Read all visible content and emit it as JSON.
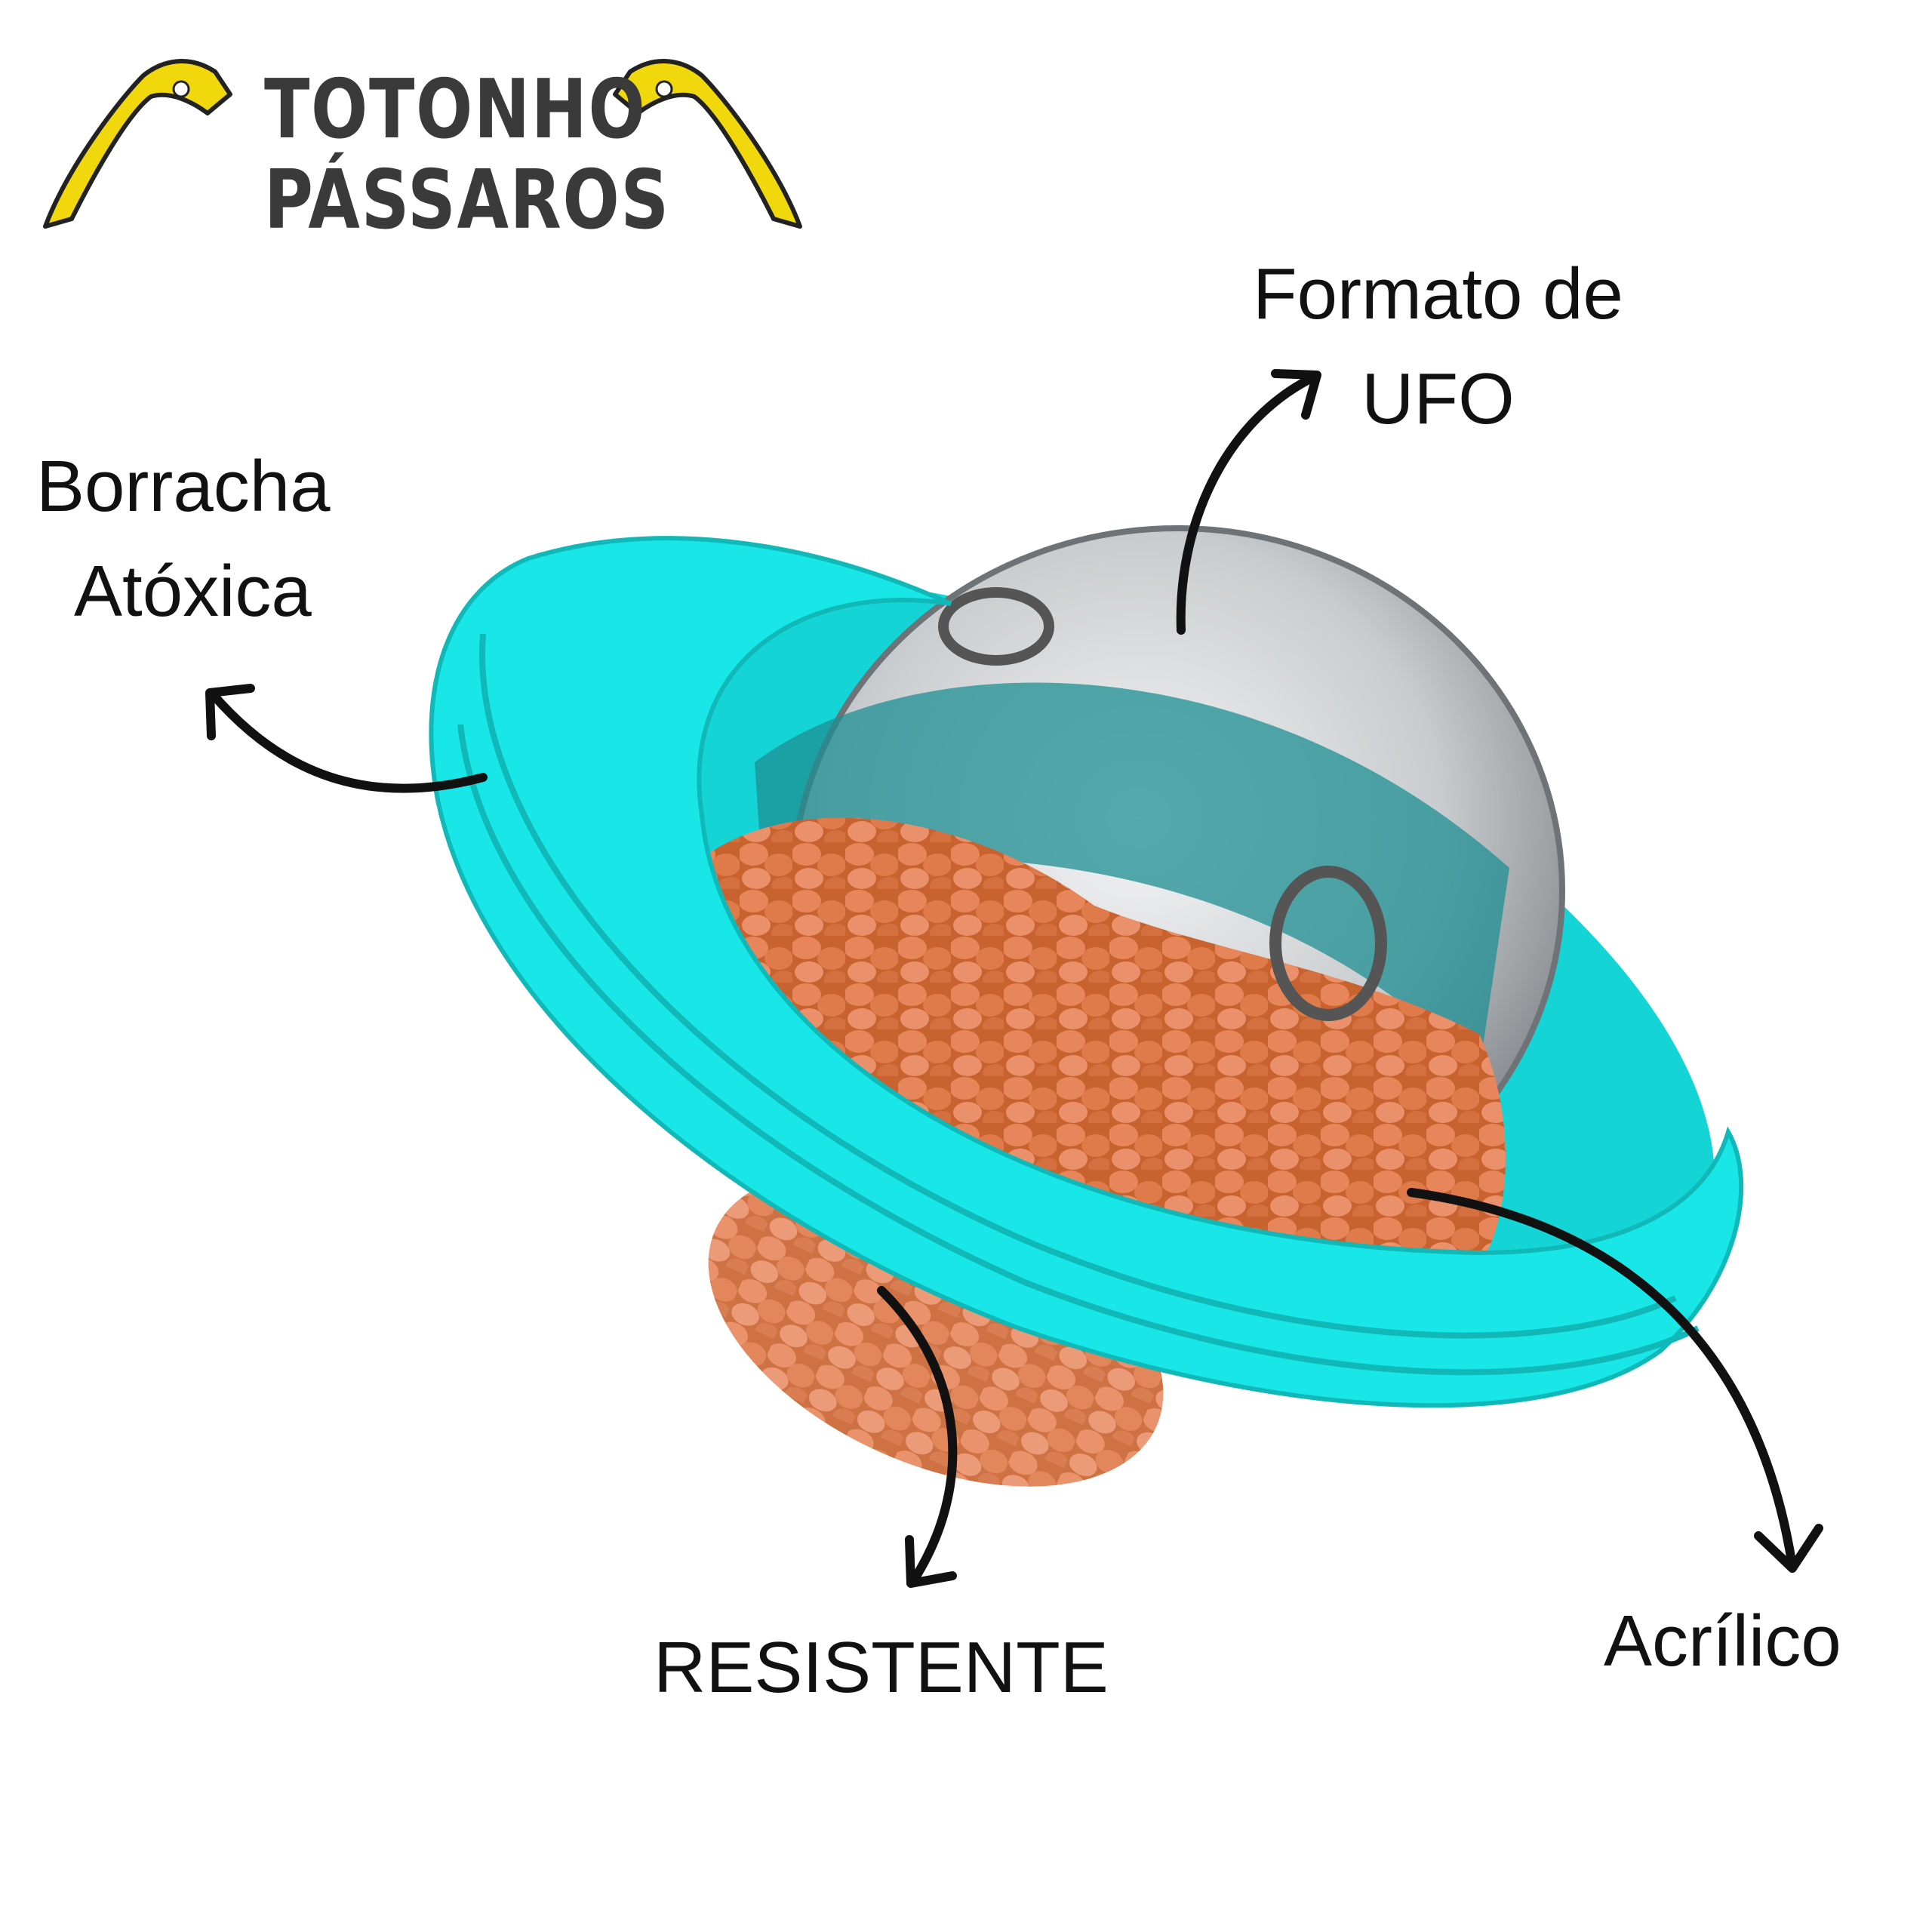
{
  "logo": {
    "line1": "TOTONHO",
    "line2": "PÁSSAROS",
    "icon": "bird-silhouettes"
  },
  "labels": {
    "top": [
      "Formato de",
      "UFO"
    ],
    "left": [
      "Borracha",
      "Atóxica"
    ],
    "bottom": "RESISTENTE",
    "right": "Acrílico"
  },
  "colors": {
    "ring": "#19e6e6",
    "ring_shadow": "#10b8b8",
    "kibble": "#e07a4a",
    "dome": "#8a8f93",
    "logo_text": "#3a3a3a",
    "bird_stroke": "#f0d80c"
  }
}
